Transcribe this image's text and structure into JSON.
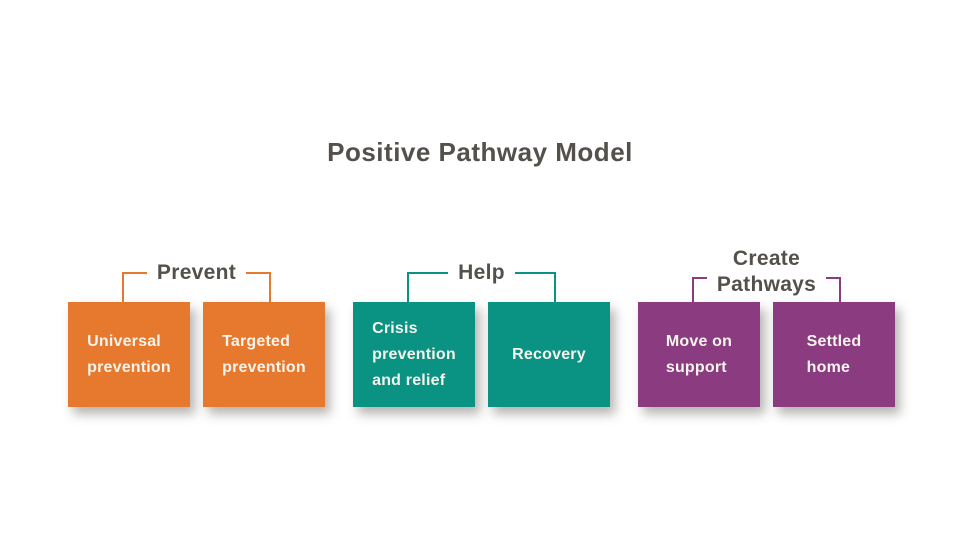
{
  "title": "Positive Pathway Model",
  "colors": {
    "background": "#FFFFFF",
    "heading_text": "#54504B",
    "box_text": "#F7F4ED",
    "orange": "#E6792E",
    "teal": "#0A9283",
    "purple": "#8B3B7F"
  },
  "groups": [
    {
      "label": "Prevent",
      "color": "#E6792E",
      "boxes": [
        {
          "text": "Universal\nprevention"
        },
        {
          "text": "Targeted\nprevention"
        }
      ]
    },
    {
      "label": "Help",
      "color": "#0A9283",
      "boxes": [
        {
          "text": "Crisis\nprevention\nand relief"
        },
        {
          "text": "Recovery"
        }
      ]
    },
    {
      "label": "Create\nPathways",
      "color": "#8B3B7F",
      "boxes": [
        {
          "text": "Move on\nsupport"
        },
        {
          "text": "Settled\nhome"
        }
      ]
    }
  ]
}
